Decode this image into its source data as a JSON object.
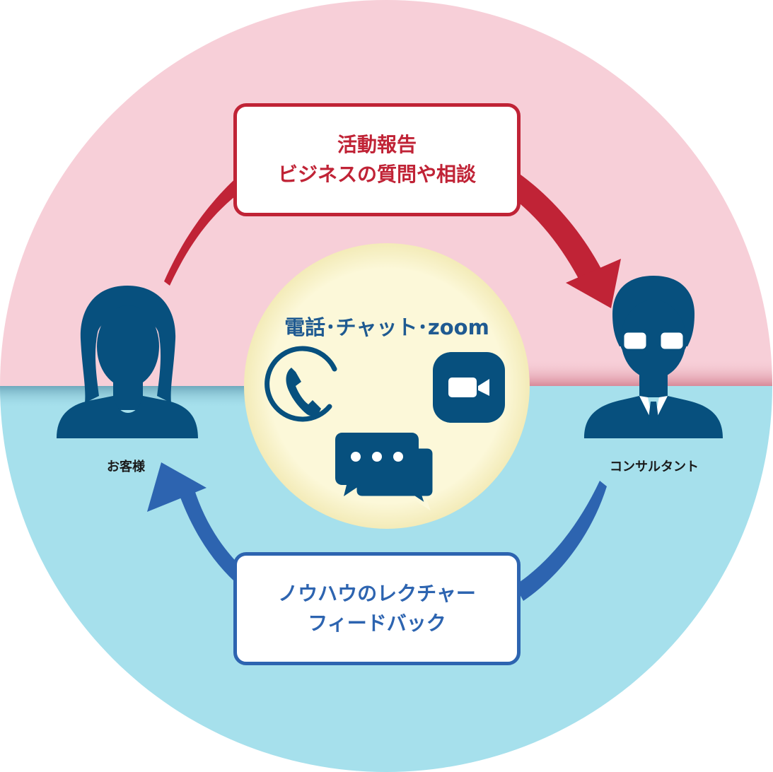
{
  "diagram": {
    "customer_label": "お客様",
    "consultant_label": "コンサルタント",
    "top_box": {
      "line1": "活動報告",
      "line2": "ビジネスの質問や相談"
    },
    "bottom_box": {
      "line1": "ノウハウのレクチャー",
      "line2": "フィードバック"
    },
    "center_title": "電話･チャット･zoom",
    "icons": [
      "customer-person-icon",
      "consultant-person-icon",
      "phone-icon",
      "zoom-camera-icon",
      "chat-bubbles-icon"
    ]
  },
  "colors": {
    "upper_half": "#f7cfd8",
    "lower_half": "#a6e0ec",
    "center_circle": "#fcf8d9",
    "top_accent": "#c02336",
    "bottom_accent": "#2d64b0",
    "icon_navy": "#07507e"
  }
}
